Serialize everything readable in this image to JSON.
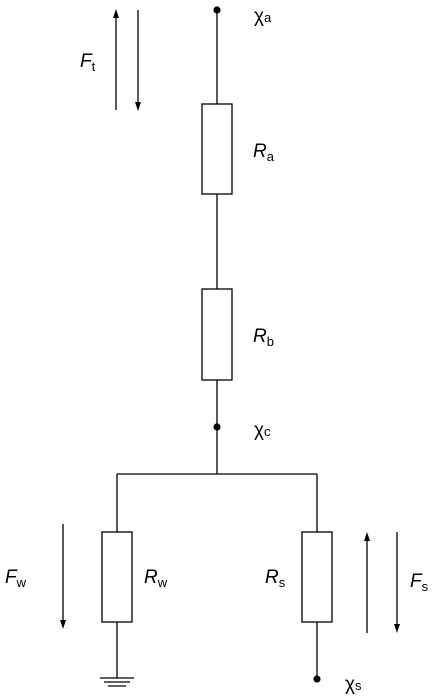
{
  "nodes": {
    "a": {
      "symbol": "χ",
      "sub": "a"
    },
    "c": {
      "symbol": "χ",
      "sub": "c"
    },
    "s": {
      "symbol": "χ",
      "sub": "s"
    }
  },
  "resistors": {
    "a": {
      "symbol": "R",
      "sub": "a"
    },
    "b": {
      "symbol": "R",
      "sub": "b"
    },
    "w": {
      "symbol": "R",
      "sub": "w"
    },
    "s": {
      "symbol": "R",
      "sub": "s"
    }
  },
  "fluxes": {
    "t": {
      "symbol": "F",
      "sub": "t"
    },
    "w": {
      "symbol": "F",
      "sub": "w"
    },
    "s": {
      "symbol": "F",
      "sub": "s"
    }
  }
}
